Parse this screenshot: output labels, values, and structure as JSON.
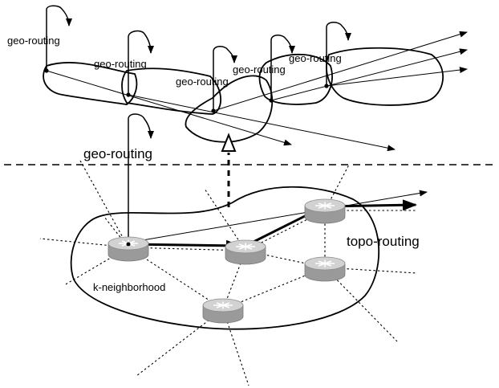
{
  "labels": {
    "geo_routing_1": "geo-routing",
    "geo_routing_2": "geo-routing",
    "geo_routing_3": "geo-routing",
    "geo_routing_4": "geo-routing",
    "geo_routing_5": "geo-routing",
    "geo_routing_main": "geo-routing",
    "topo_routing": "topo-routing",
    "k_neighborhood": "k-neighborhood"
  },
  "colors": {
    "stroke": "#000000",
    "router_body": "#a9a9a9",
    "router_top": "#d4d4d4",
    "router_shade": "#8a8a8a"
  },
  "icons": [
    "router-icon",
    "self-loop-arrow-icon"
  ]
}
